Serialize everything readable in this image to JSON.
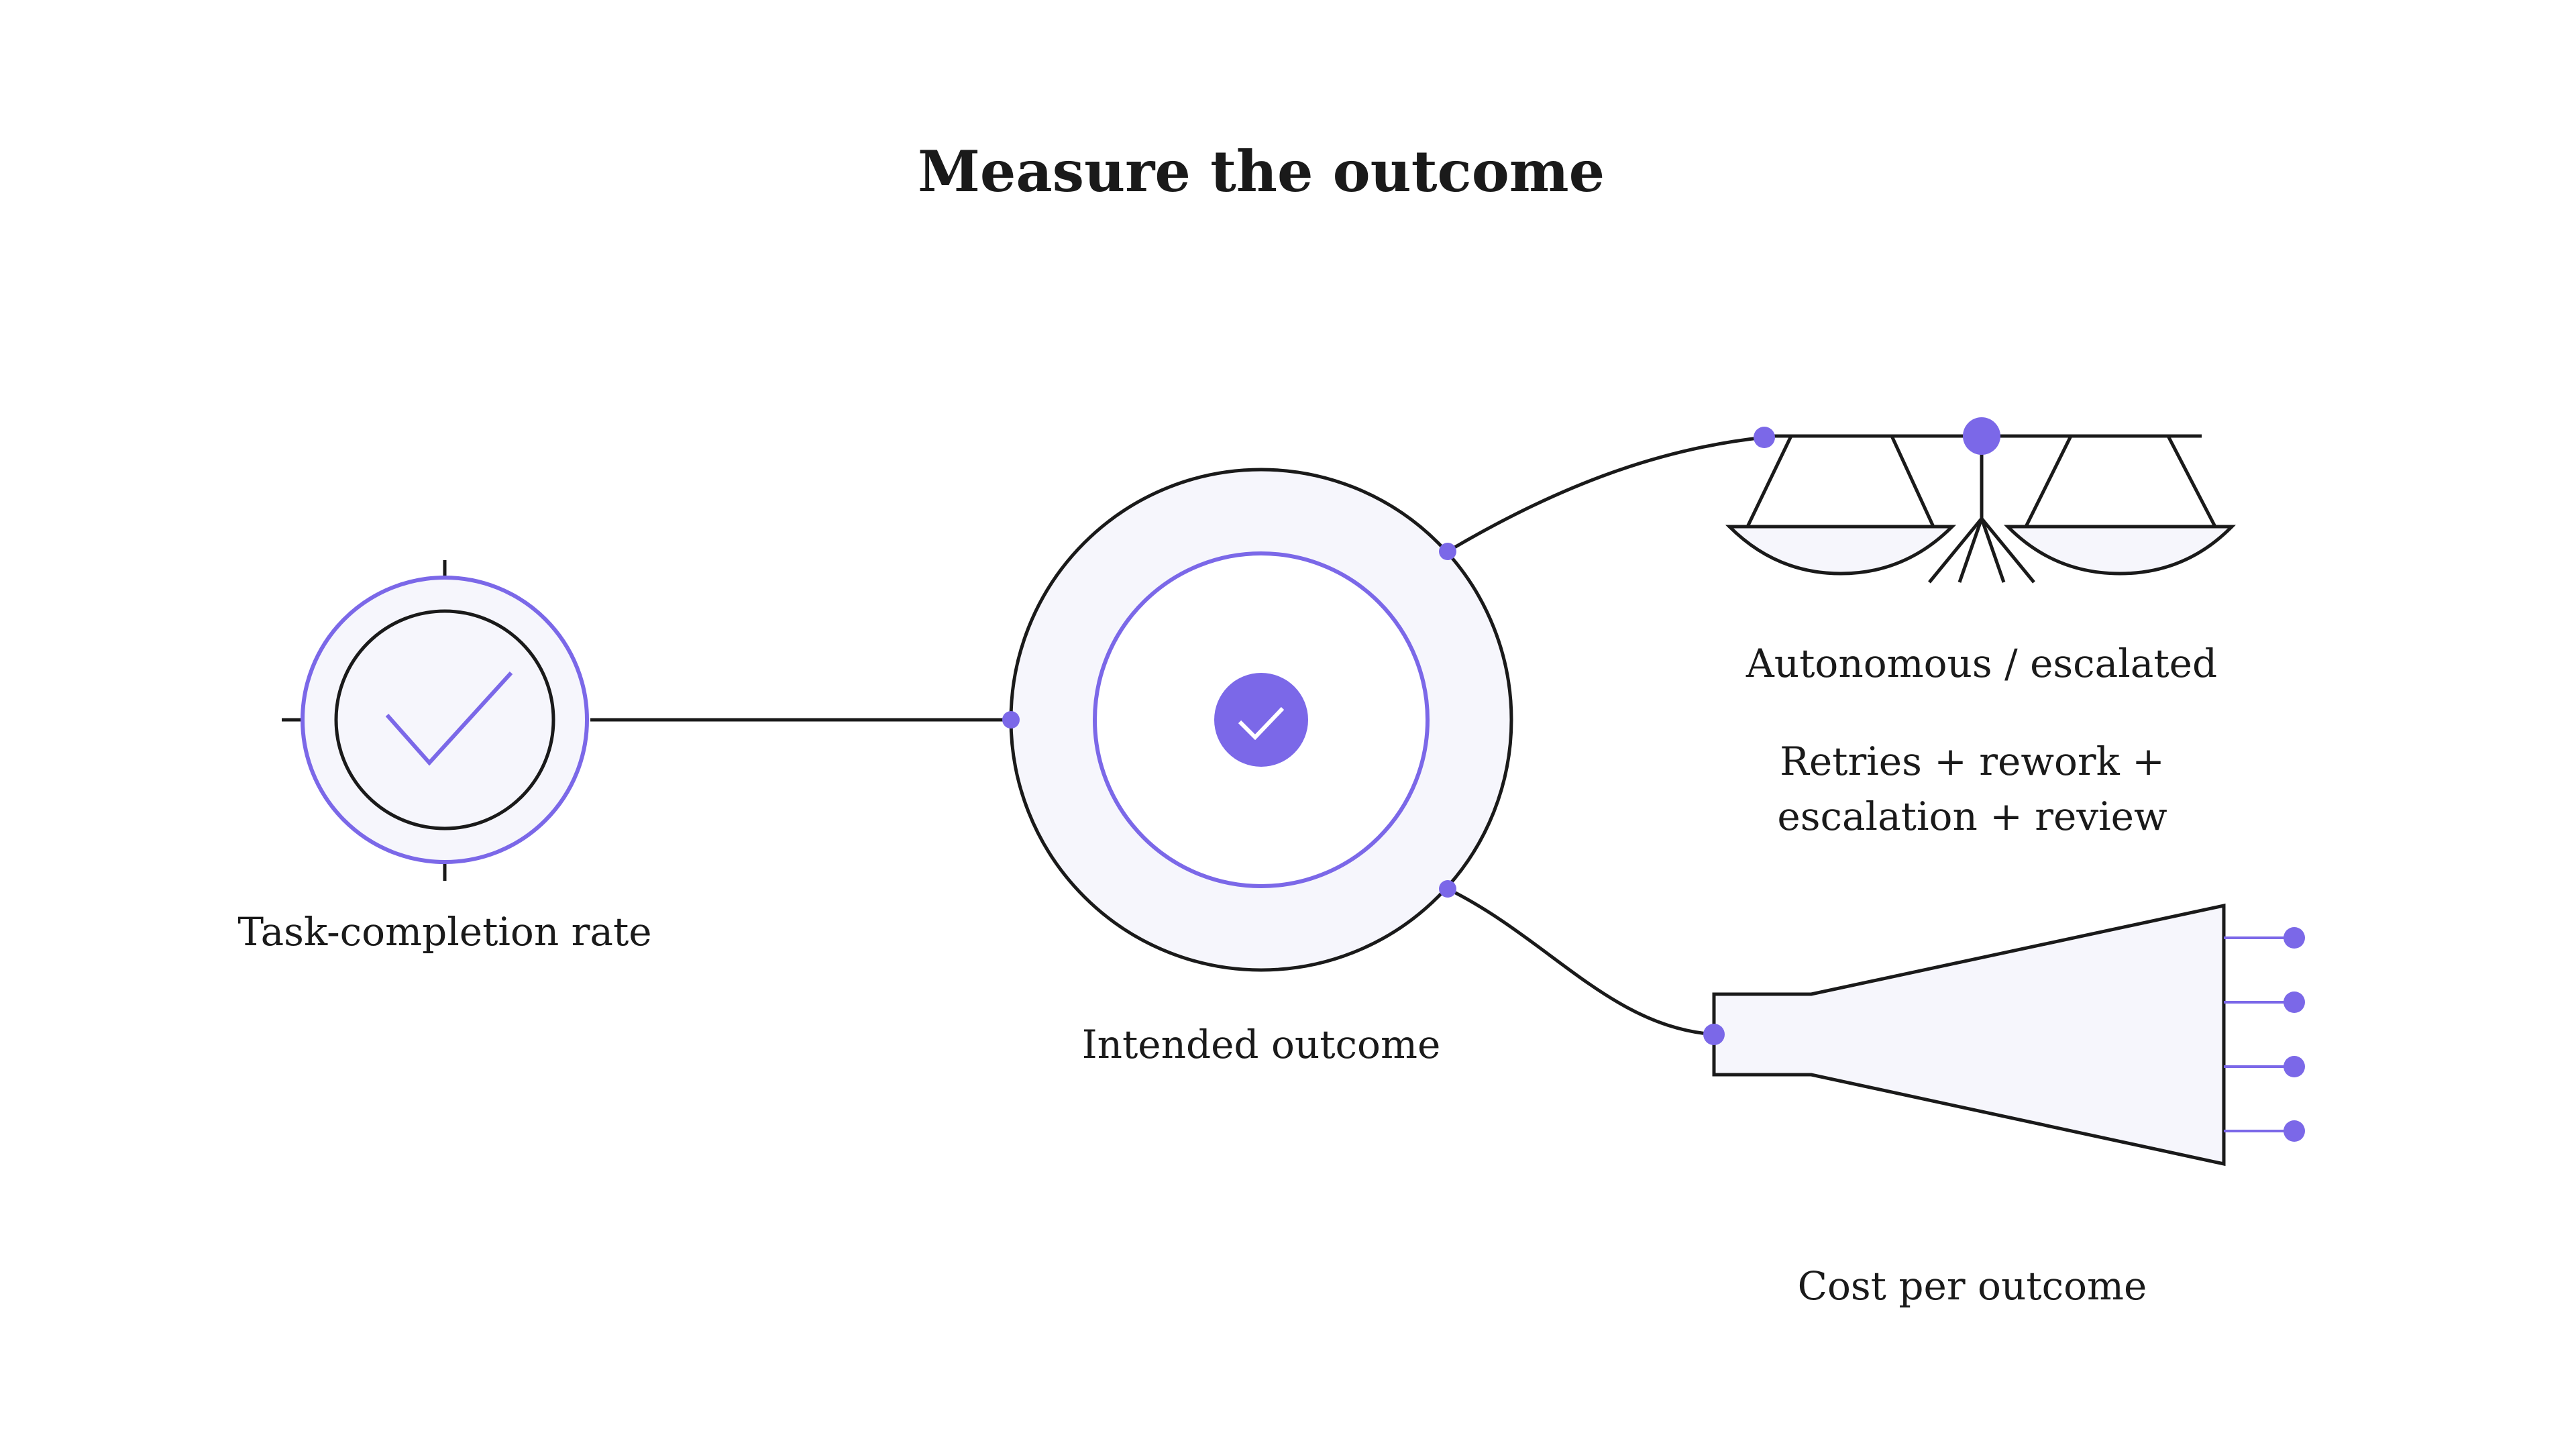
{
  "title": "Measure the outcome",
  "nodes": {
    "task_completion": {
      "label": "Task-completion rate",
      "icon": "target-check-icon"
    },
    "intended_outcome": {
      "label": "Intended outcome",
      "icon": "check-circle-icon"
    },
    "autonomous": {
      "label": "Autonomous / escalated",
      "icon": "balance-scale-icon"
    },
    "retries": {
      "line1": "Retries + rework +",
      "line2": "escalation + review"
    },
    "cost": {
      "label": "Cost per outcome",
      "icon": "funnel-icon"
    }
  },
  "colors": {
    "accent": "#7b68e8",
    "ink": "#1a1a1a",
    "fill": "#f6f6fc",
    "background": "#ffffff"
  }
}
